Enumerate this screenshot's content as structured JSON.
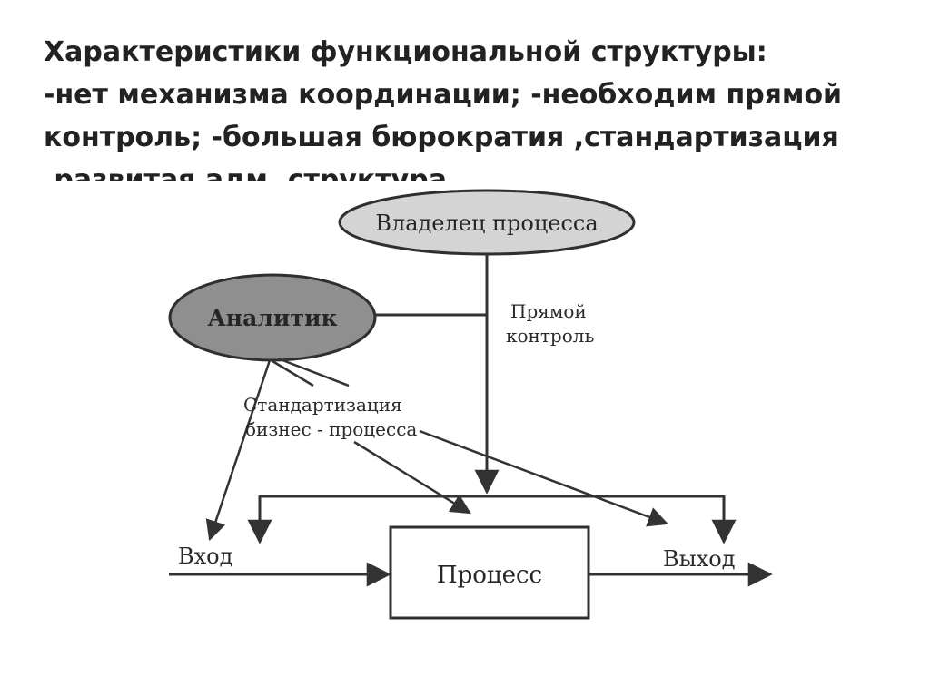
{
  "title": {
    "lines": [
      "Характеристики функциональной структуры:",
      "-нет механизма координации; -необходим прямой",
      "контроль; -большая бюрократия ,стандартизация",
      ",развитая адм. структура."
    ]
  },
  "diagram": {
    "nodes": {
      "owner": "Владелец процесса",
      "analyst": "Аналитик",
      "process": "Процесс"
    },
    "labels": {
      "direct_control_1": "Прямой",
      "direct_control_2": "контроль",
      "standardization_1": "Стандартизация",
      "standardization_2": "бизнес - процесса",
      "input": "Вход",
      "output": "Выход"
    }
  }
}
